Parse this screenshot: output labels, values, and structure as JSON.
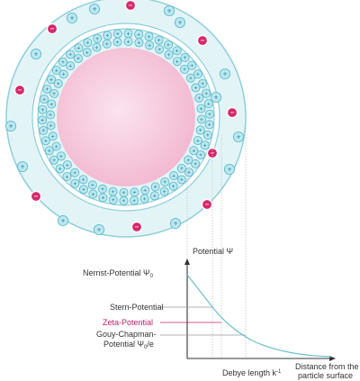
{
  "colors": {
    "particle": "#f7c8dc",
    "particle_center": "#fbe3ee",
    "outer_layer": "#e3f4f7",
    "layer_stroke": "#8fcfdb",
    "positive_ion_fill": "#bde7ef",
    "positive_ion_stroke": "#5bbccc",
    "negative_ion_fill": "#d6286b",
    "curve": "#6bbfd0",
    "zeta_accent": "#c2206d",
    "guide_lines": "#bbbbbb",
    "text": "#333333"
  },
  "ions": {
    "positive_symbol": "+",
    "negative_symbol": "−",
    "positive_icon": "plus-ion-icon",
    "negative_icon": "minus-ion-icon"
  },
  "graph": {
    "y_axis_label": "Potential Ψ",
    "x_axis_label_line1": "Distance from the",
    "x_axis_label_line2": "particle surface",
    "nernst_label": "Nernst-Potential Ψ",
    "nernst_sub": "0",
    "stern_label": "Stern-Potential",
    "zeta_label": "Zeta-Potential",
    "gouy_label_line1": "Gouy-Chapman-",
    "gouy_label_line2": "Potential Ψ",
    "gouy_sub": "0",
    "gouy_suffix": "/e",
    "debye_label": "Debye length k",
    "debye_sup": "-1"
  }
}
